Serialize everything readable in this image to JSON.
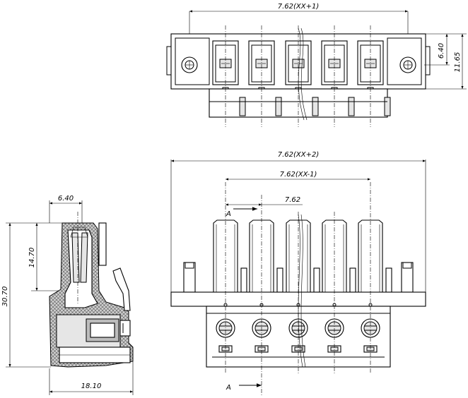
{
  "dimensions": {
    "top_width": "7.62(XX+1)",
    "top_side_small": "6.40",
    "top_side_large": "11.65",
    "front_overall": "7.62(XX+2)",
    "front_inner": "7.62(XX-1)",
    "front_pitch": "7.62",
    "side_width_top": "6.40",
    "side_height_inner": "14.70",
    "side_height_total": "30.70",
    "side_width_bottom": "18.10"
  },
  "section_labels": {
    "upper": "A",
    "lower": "A"
  }
}
